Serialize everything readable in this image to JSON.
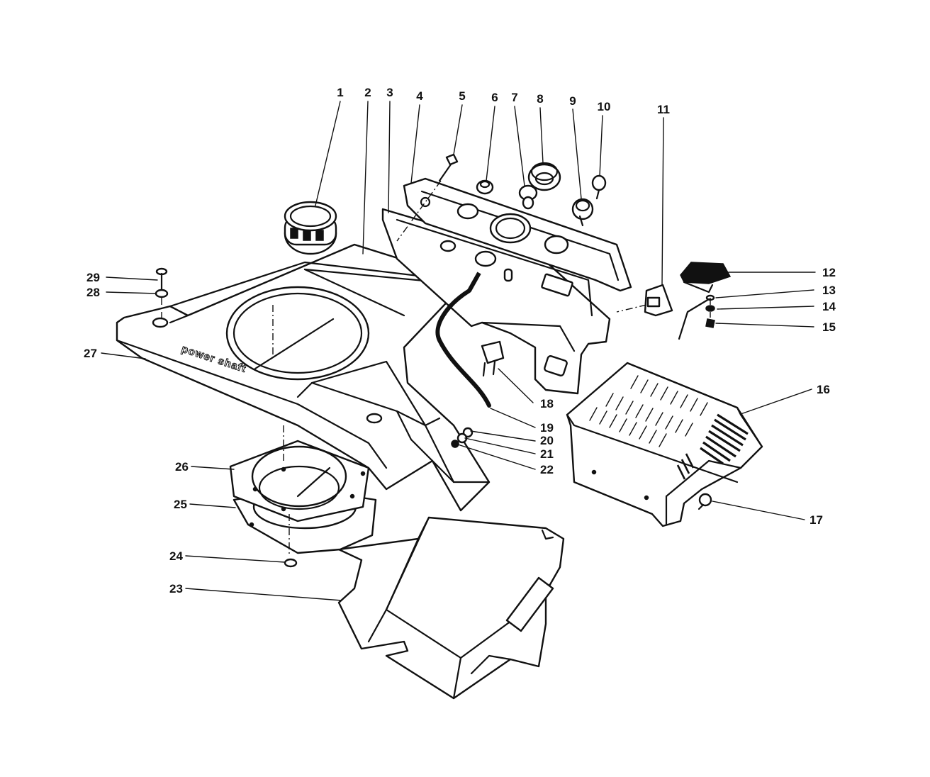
{
  "diagram": {
    "embossed_text": "power shaft",
    "callouts": [
      {
        "id": "1",
        "label": "1"
      },
      {
        "id": "2",
        "label": "2"
      },
      {
        "id": "3",
        "label": "3"
      },
      {
        "id": "4",
        "label": "4"
      },
      {
        "id": "5",
        "label": "5"
      },
      {
        "id": "6",
        "label": "6"
      },
      {
        "id": "7",
        "label": "7"
      },
      {
        "id": "8",
        "label": "8"
      },
      {
        "id": "9",
        "label": "9"
      },
      {
        "id": "10",
        "label": "10"
      },
      {
        "id": "11",
        "label": "11"
      },
      {
        "id": "12",
        "label": "12"
      },
      {
        "id": "13",
        "label": "13"
      },
      {
        "id": "14",
        "label": "14"
      },
      {
        "id": "15",
        "label": "15"
      },
      {
        "id": "16",
        "label": "16"
      },
      {
        "id": "17",
        "label": "17"
      },
      {
        "id": "18",
        "label": "18"
      },
      {
        "id": "19",
        "label": "19"
      },
      {
        "id": "20",
        "label": "20"
      },
      {
        "id": "21",
        "label": "21"
      },
      {
        "id": "22",
        "label": "22"
      },
      {
        "id": "23",
        "label": "23"
      },
      {
        "id": "24",
        "label": "24"
      },
      {
        "id": "25",
        "label": "25"
      },
      {
        "id": "26",
        "label": "26"
      },
      {
        "id": "27",
        "label": "27"
      },
      {
        "id": "28",
        "label": "28"
      },
      {
        "id": "29",
        "label": "29"
      }
    ]
  }
}
